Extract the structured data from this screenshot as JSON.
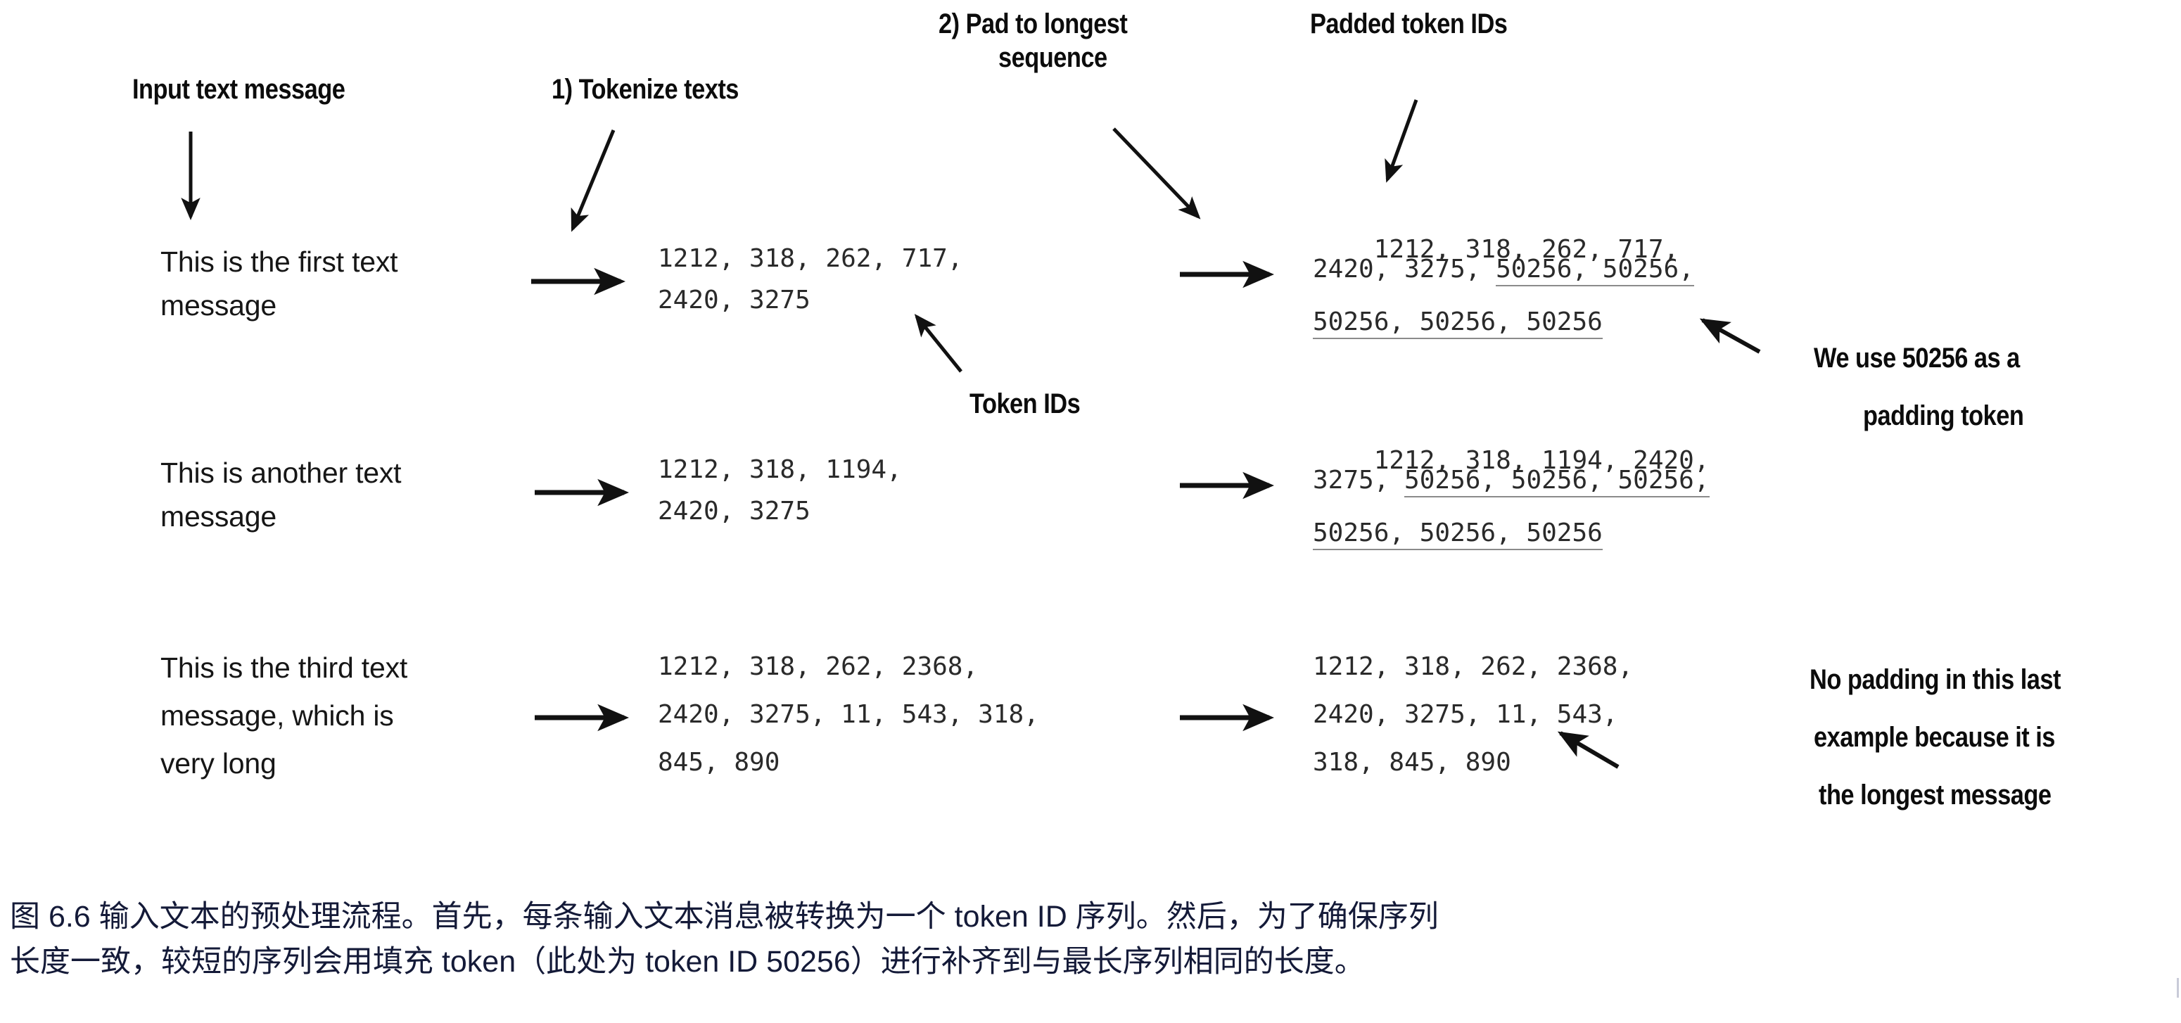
{
  "figure": {
    "annotations": {
      "input_text_message": "Input text message",
      "tokenize_texts": "1) Tokenize texts",
      "pad_to_longest_line1": "2) Pad to longest",
      "pad_to_longest_line2": "sequence",
      "padded_token_ids": "Padded token IDs",
      "token_ids": "Token IDs",
      "padding_note_line1": "We use 50256 as a",
      "padding_note_line2": "padding token",
      "no_padding_note_line1": "No padding in this last",
      "no_padding_note_line2": "example because it is",
      "no_padding_note_line3": "the longest message"
    },
    "rows": [
      {
        "message_line1": "This is the first text",
        "message_line2": "message",
        "token_ids_line1": "1212, 318, 262, 717,",
        "token_ids_line2": "2420, 3275",
        "padded_line1_plain": "1212, 318, 262, 717,",
        "padded_line2_plain": "2420, 3275, ",
        "padded_line2_pad": "50256, 50256,",
        "padded_line3_pad": "50256, 50256, 50256"
      },
      {
        "message_line1": "This is another text",
        "message_line2": "message",
        "token_ids_line1": "1212, 318, 1194,",
        "token_ids_line2": "2420, 3275",
        "padded_line1_plain": "1212, 318, 1194, 2420,",
        "padded_line2_plain": "3275, ",
        "padded_line2_pad": "50256, 50256, 50256,",
        "padded_line3_pad": "50256, 50256, 50256"
      },
      {
        "message_line1": "This is the third text",
        "message_line2": "message, which is",
        "message_line3": "very long",
        "token_ids_line1": "1212, 318, 262, 2368,",
        "token_ids_line2": "2420, 3275, 11, 543, 318,",
        "token_ids_line3": "845, 890",
        "padded_line1_plain": "1212, 318, 262, 2368,",
        "padded_line2_plain": "2420, 3275, 11, 543,",
        "padded_line3_plain": "318, 845, 890"
      }
    ],
    "colors": {
      "annotation": "#0c0c0c",
      "message": "#161616",
      "token_ids": "#2a2a2a",
      "padding_underline": "#8b8b8b",
      "caption": "#141a38",
      "arrow": "#111111",
      "background": "#ffffff"
    }
  },
  "caption": {
    "line1": "图 6.6 输入文本的预处理流程。首先，每条输入文本消息被转换为一个 token ID 序列。然后，为了确保序列",
    "line2": "长度一致，较短的序列会用填充 token（此处为 token ID 50256）进行补齐到与最长序列相同的长度。"
  }
}
